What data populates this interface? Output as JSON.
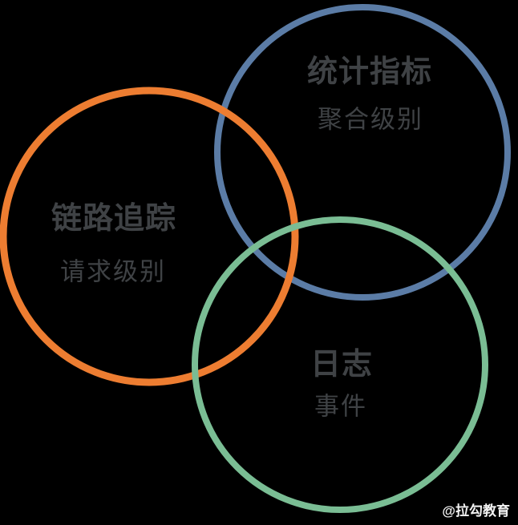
{
  "page": {
    "background_color": "#000000",
    "text_color": "#3F4245"
  },
  "diagram": {
    "type": "venn",
    "circles": [
      {
        "name": "metrics",
        "label": "统计指标",
        "sublabel": "聚合级别",
        "color": "#5B7CA6"
      },
      {
        "name": "tracing",
        "label": "链路追踪",
        "sublabel": "请求级别",
        "color": "#ED7D31"
      },
      {
        "name": "logging",
        "label": "日志",
        "sublabel": "事件",
        "color": "#7ABD94"
      }
    ],
    "watermark": "@拉勾教育"
  }
}
